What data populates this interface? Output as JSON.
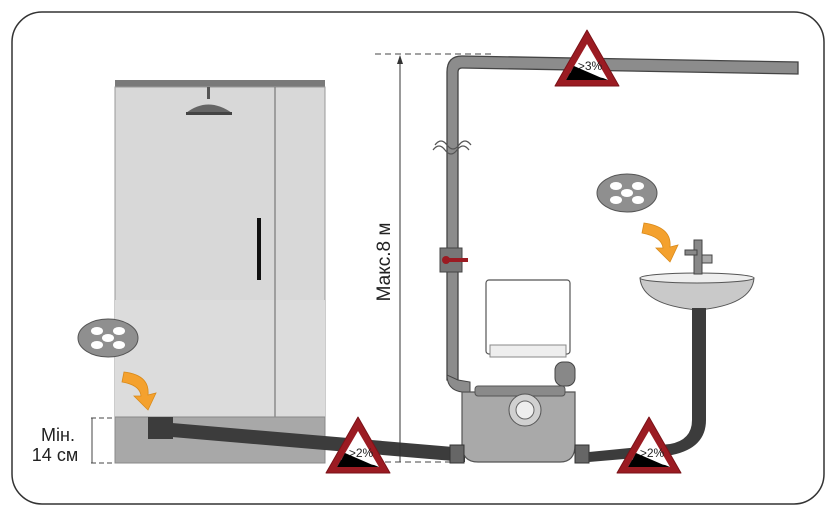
{
  "labels": {
    "max_height": "Макс.8 м",
    "min_label_line1": "Мін.",
    "min_label_line2": "14 см"
  },
  "slope_signs": [
    {
      "text": ">3%",
      "location": "discharge-top"
    },
    {
      "text": ">2%",
      "location": "shower-drain"
    },
    {
      "text": ">2%",
      "location": "sink-drain"
    }
  ],
  "colors": {
    "sign_red": "#9b1b22",
    "arrow_orange": "#f4a12e",
    "pipe_gray": "#8c8c8c",
    "pipe_dark": "#3c3c3c",
    "cabinet_gray": "#d6d6d6"
  }
}
